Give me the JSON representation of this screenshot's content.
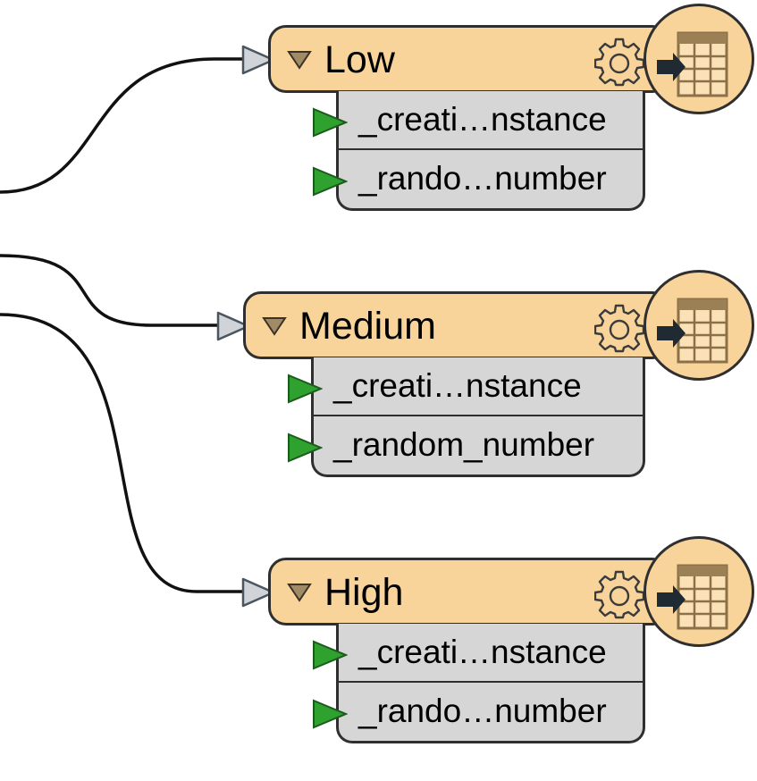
{
  "canvas": {
    "colors": {
      "header_fill": "#f9d49a",
      "attribute_fill": "#d6d6d6",
      "outline": "#2f2f2f",
      "input_port": "#d0d4d8",
      "attribute_port": "#2fa12f",
      "icon_brown": "#9b7f55"
    }
  },
  "nodes": [
    {
      "title": "Low",
      "attributes": [
        {
          "label": "_creati…nstance"
        },
        {
          "label": "_rando…number"
        }
      ]
    },
    {
      "title": "Medium",
      "attributes": [
        {
          "label": "_creati…nstance"
        },
        {
          "label": "_random_number"
        }
      ]
    },
    {
      "title": "High",
      "attributes": [
        {
          "label": "_creati…nstance"
        },
        {
          "label": "_rando…number"
        }
      ]
    }
  ],
  "icons": {
    "collapse": "triangle-down-icon",
    "settings": "gear-icon",
    "writer": "table-writer-icon",
    "input_port": "input-port-icon",
    "attribute_port": "attribute-port-icon"
  }
}
